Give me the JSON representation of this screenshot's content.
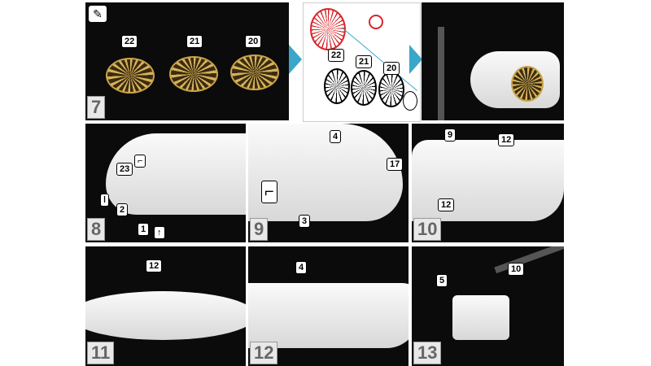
{
  "steps": [
    "7",
    "8",
    "9",
    "10",
    "11",
    "12",
    "13"
  ],
  "step7": {
    "parts": [
      "22",
      "21",
      "20"
    ]
  },
  "diagram": {
    "parts": [
      "22",
      "21",
      "20"
    ]
  },
  "step8": {
    "parts": [
      "23",
      "2",
      "1"
    ]
  },
  "step9": {
    "parts": [
      "4",
      "17",
      "3"
    ]
  },
  "step10": {
    "parts": [
      "9",
      "12",
      "12"
    ]
  },
  "step11": {
    "parts": [
      "12"
    ]
  },
  "step12": {
    "parts": [
      "4"
    ]
  },
  "step13": {
    "parts": [
      "5",
      "10"
    ]
  },
  "colors": {
    "accent": "#3aa6c9",
    "diagram_red": "#d8262b",
    "brass": "#c9a24a"
  }
}
